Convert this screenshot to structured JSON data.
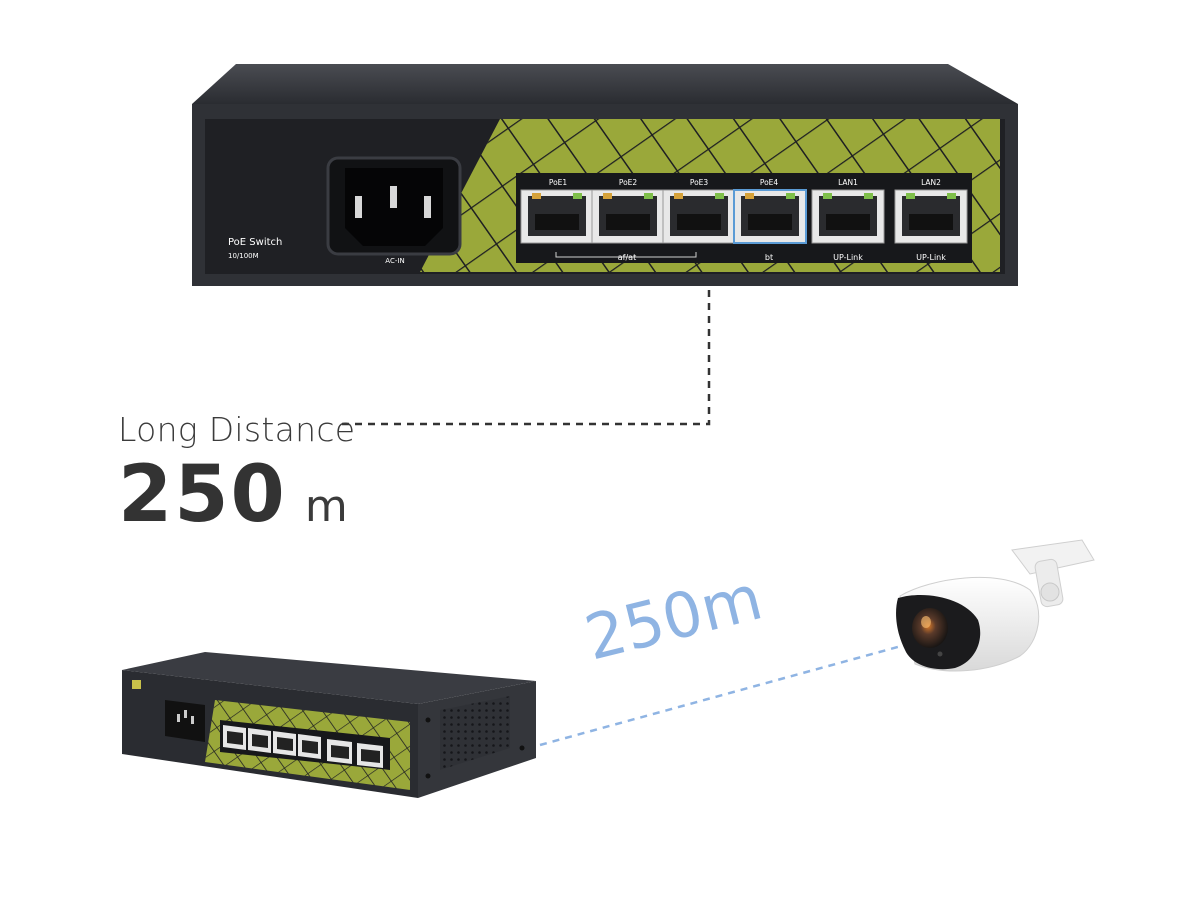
{
  "top_switch": {
    "model_label": "PoE Switch",
    "speed_label": "10/100M",
    "power_label": "AC-IN",
    "ports": [
      {
        "label": "PoE1"
      },
      {
        "label": "PoE2"
      },
      {
        "label": "PoE3"
      },
      {
        "label": "PoE4"
      },
      {
        "label": "LAN1"
      },
      {
        "label": "LAN2"
      }
    ],
    "group_afat": "af/at",
    "group_bt": "bt",
    "uplink1": "UP-Link",
    "uplink2": "UP-Link"
  },
  "headline": {
    "caption": "Long Distance",
    "value": "250",
    "unit": "m"
  },
  "link_label": "250m",
  "colors": {
    "panel_green": "#9aa83a",
    "chassis": "#2f3136",
    "link_blue": "#8fb4e3",
    "text_dark": "#333333"
  },
  "icons": [
    "power-socket-icon",
    "ethernet-port-icon",
    "security-camera-icon"
  ]
}
